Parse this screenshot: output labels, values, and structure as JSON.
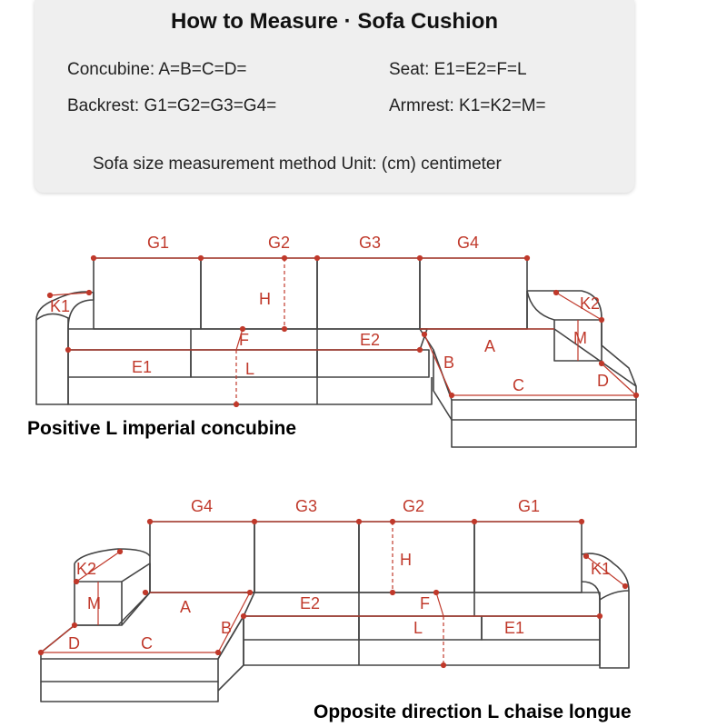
{
  "header": {
    "title": "How to Measure · Sofa Cushion",
    "formulas": {
      "concubine": "Concubine: A=B=C=D=",
      "seat": "Seat: E1=E2=F=L",
      "backrest": "Backrest: G1=G2=G3=G4=",
      "armrest": "Armrest: K1=K2=M="
    },
    "unit_note": "Sofa size measurement method Unit: (cm) centimeter"
  },
  "diagram1": {
    "caption": "Positive L imperial concubine",
    "labels": {
      "g1": "G1",
      "g2": "G2",
      "g3": "G3",
      "g4": "G4",
      "h": "H",
      "k1": "K1",
      "k2": "K2",
      "f": "F",
      "e1": "E1",
      "e2": "E2",
      "l": "L",
      "a": "A",
      "b": "B",
      "c": "C",
      "d": "D",
      "m": "M"
    }
  },
  "diagram2": {
    "caption": "Opposite direction L chaise longue",
    "labels": {
      "g1": "G1",
      "g2": "G2",
      "g3": "G3",
      "g4": "G4",
      "h": "H",
      "k1": "K1",
      "k2": "K2",
      "f": "F",
      "e1": "E1",
      "e2": "E2",
      "l": "L",
      "a": "A",
      "b": "B",
      "c": "C",
      "d": "D",
      "m": "M"
    }
  },
  "colors": {
    "measure": "#c0392b",
    "outline": "#444444",
    "panel": "#efefef"
  }
}
